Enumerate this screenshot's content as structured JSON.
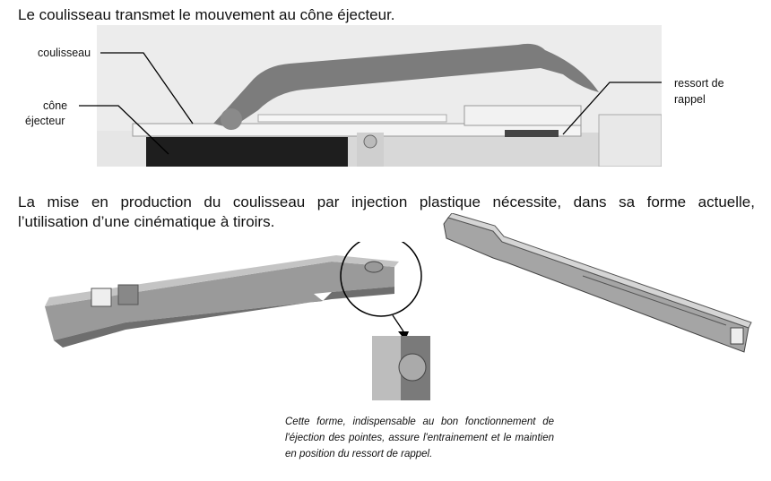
{
  "paragraphs": {
    "intro": "Le coulisseau transmet le mouvement au cône éjecteur.",
    "production_line1": "La mise en production du coulisseau par injection plastique nécessite, dans sa forme actuelle,",
    "production_line2": "l’utilisation d’une cinématique à tiroirs."
  },
  "photo_labels": {
    "coulisseau": "coulisseau",
    "cone_line1": "cône",
    "cone_line2": "éjecteur",
    "ressort_line1": "ressort de",
    "ressort_line2": "rappel"
  },
  "caption": "Cette forme, indispensable au bon fonctionnement de l'éjection des pointes, assure l'entrainement et le maintien en position du ressort de rappel."
}
